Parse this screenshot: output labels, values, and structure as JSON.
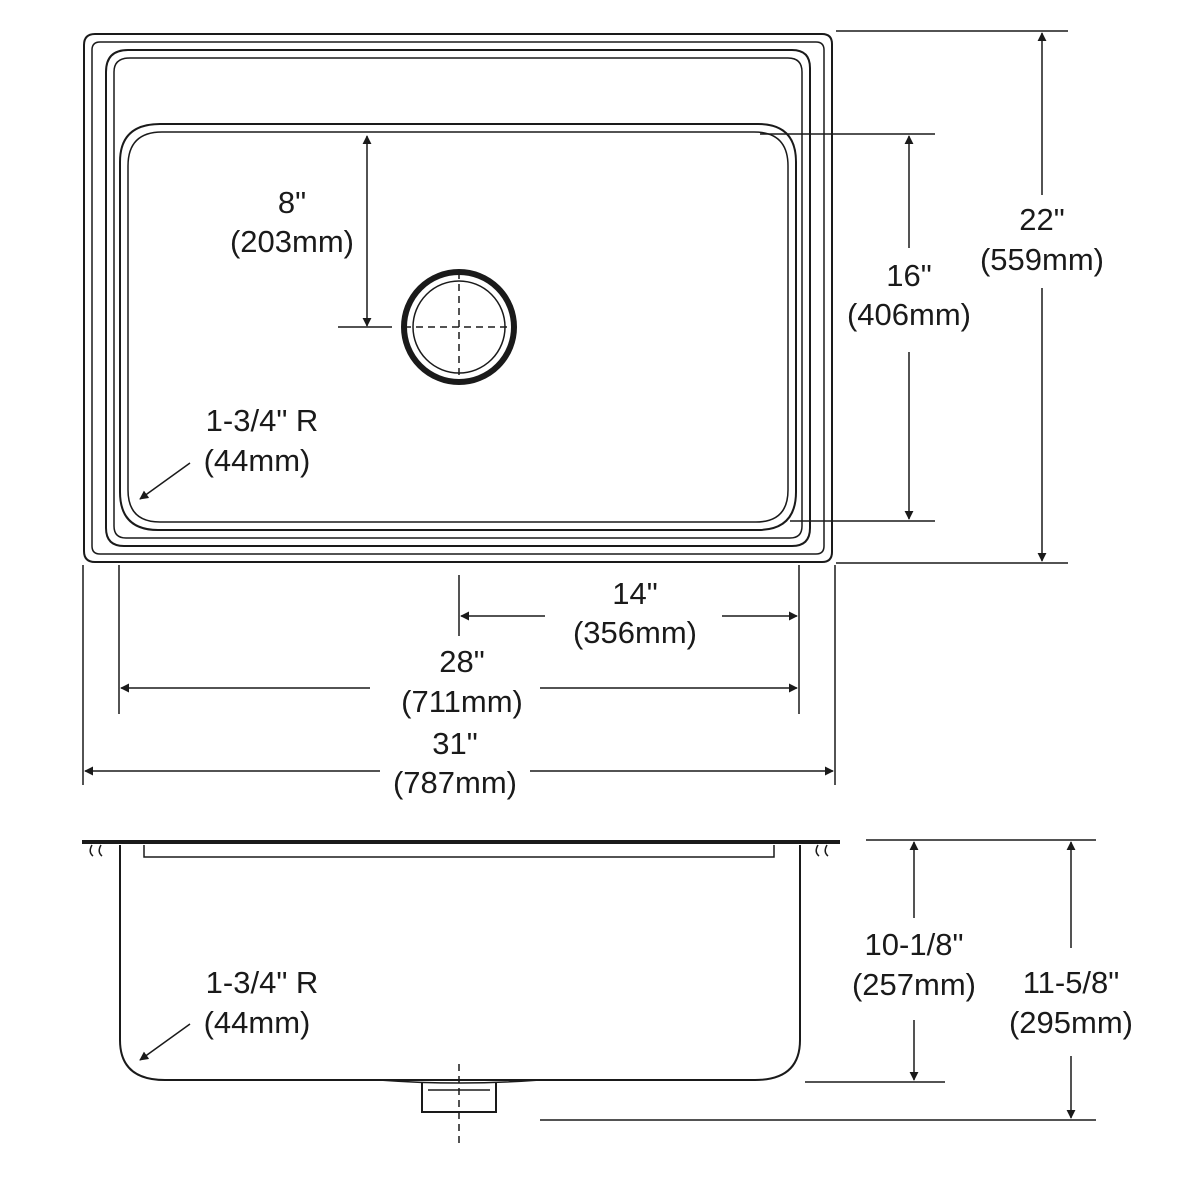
{
  "top_view": {
    "drain_offset": {
      "inches": "8\"",
      "mm": "(203mm)"
    },
    "bowl_depth_front_back": {
      "inches": "16\"",
      "mm": "(406mm)"
    },
    "overall_depth": {
      "inches": "22\"",
      "mm": "(559mm)"
    },
    "corner_radius": {
      "inches": "1-3/4\" R",
      "mm": "(44mm)"
    },
    "drain_center_offset": {
      "inches": "14\"",
      "mm": "(356mm)"
    },
    "bowl_width": {
      "inches": "28\"",
      "mm": "(711mm)"
    },
    "overall_width": {
      "inches": "31\"",
      "mm": "(787mm)"
    }
  },
  "side_view": {
    "corner_radius": {
      "inches": "1-3/4\" R",
      "mm": "(44mm)"
    },
    "bowl_depth": {
      "inches": "10-1/8\"",
      "mm": "(257mm)"
    },
    "overall_height": {
      "inches": "11-5/8\"",
      "mm": "(295mm)"
    }
  },
  "colors": {
    "line": "#1a1a1a",
    "background": "#ffffff"
  }
}
